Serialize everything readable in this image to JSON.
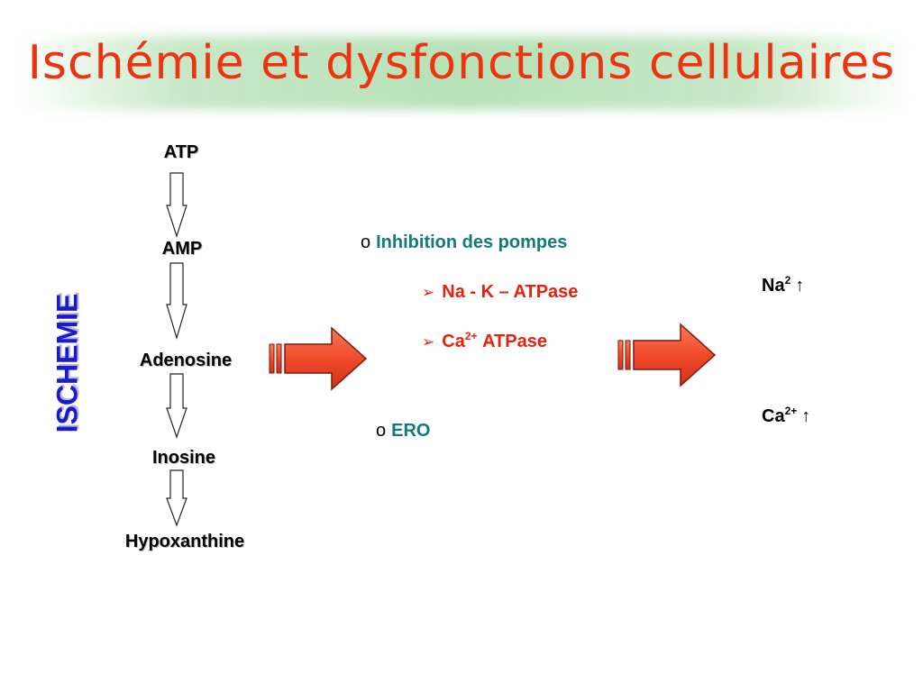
{
  "title": "Ischémie et dysfonctions cellulaires",
  "side_label": "ISCHEMIE",
  "chain": [
    "ATP",
    "AMP",
    "Adenosine",
    "Inosine",
    "Hypoxanthine"
  ],
  "middle": {
    "bullet_marker": "o",
    "heading": "Inhibition des pompes",
    "sub_marker": "➢",
    "pump1": "Na - K – ATPase",
    "pump2_base": "Ca",
    "pump2_sup": "2+",
    "pump2_rest": "ATPase",
    "ero": "ERO"
  },
  "results": {
    "na_base": "Na",
    "na_sup": "2",
    "ca_base": "Ca",
    "ca_sup": "2+",
    "up_arrow": "↑"
  },
  "colors": {
    "title": "#ee3311",
    "side_label": "#1a1ad0",
    "teal_text": "#117a7a",
    "red_text": "#e8200c",
    "arrow_fill": "#f04a2a"
  }
}
